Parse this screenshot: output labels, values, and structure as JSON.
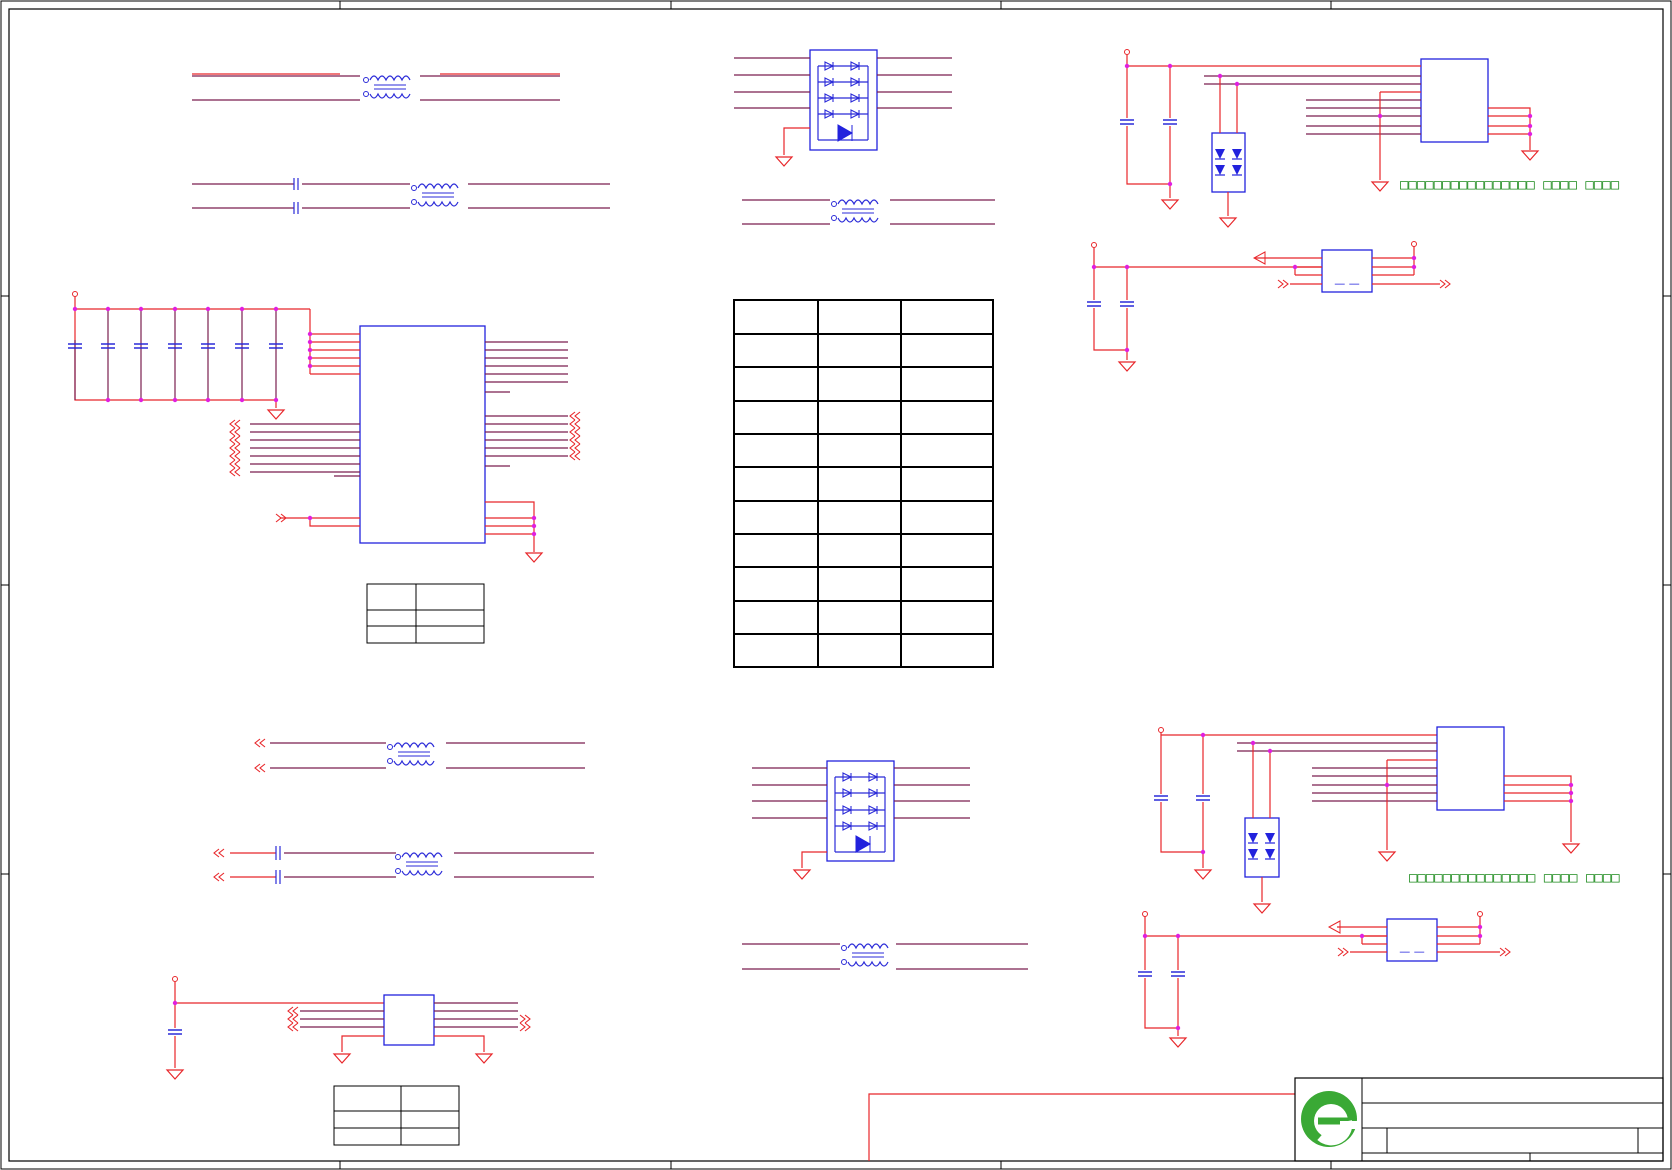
{
  "sheet": {
    "zone_columns": [
      "",
      "",
      "",
      "",
      ""
    ],
    "zone_rows": [
      "",
      "",
      "",
      ""
    ]
  },
  "notes": {
    "upper_right": "□□□□□□□□□□□□□□□□ □□□□ □□□□",
    "lower_right": "□□□□□□□□□□□□□□□ □□□□ □□□□"
  },
  "small_parts": {
    "upper_regulator_mark": "— —",
    "lower_regulator_mark": "— —"
  },
  "center_table": {
    "rows": 11,
    "cols": 3
  },
  "title_block": {
    "logo": "company-logo",
    "title": "",
    "sheet": ""
  },
  "colors": {
    "wire_red": "#e8262a",
    "wire_purple": "#7a1f4f",
    "component_blue": "#2222dd",
    "junction_magenta": "#e020e0",
    "note_green": "#1b8a1b",
    "logo_green": "#3aa935"
  }
}
